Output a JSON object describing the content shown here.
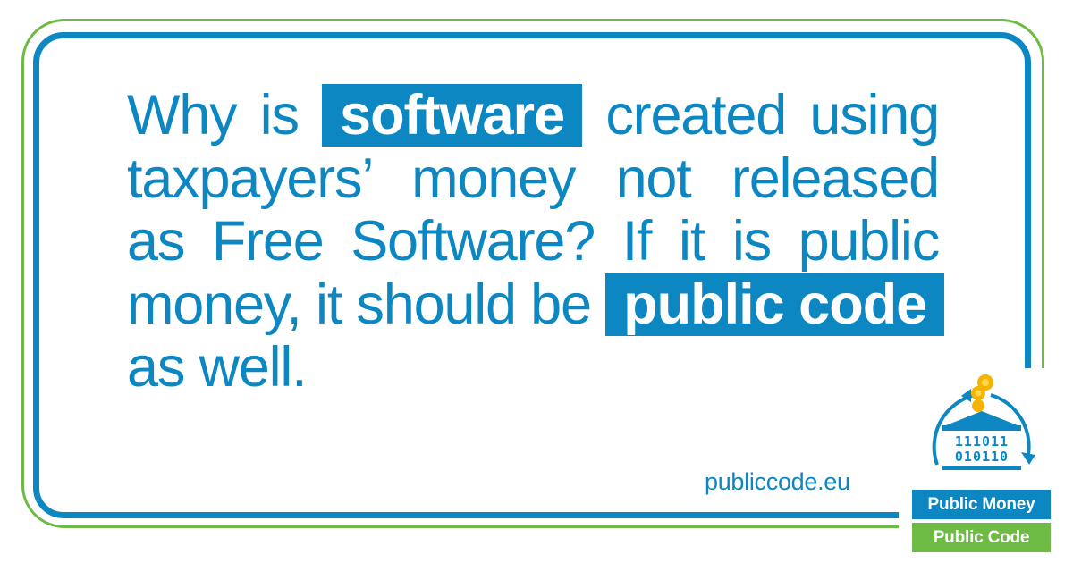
{
  "quote": {
    "line1_before": "Why is",
    "line1_highlight": "software",
    "line1_after": "created using",
    "line2": "taxpayers’ money not released",
    "line3": "as Free Software? If it is public",
    "line4_before": "money, it should be",
    "line4_highlight": "public code",
    "line5": "as well."
  },
  "url": "publiccode.eu",
  "logo": {
    "binary_row1": "111011",
    "binary_row2": "010110",
    "tag_money": "Public Money",
    "tag_code": "Public Code",
    "icons": [
      "coins-icon",
      "bank-building-icon",
      "circular-arrows-icon"
    ]
  },
  "colors": {
    "blue": "#0d87c2",
    "green": "#6dbb45",
    "coin": "#f4b400"
  }
}
